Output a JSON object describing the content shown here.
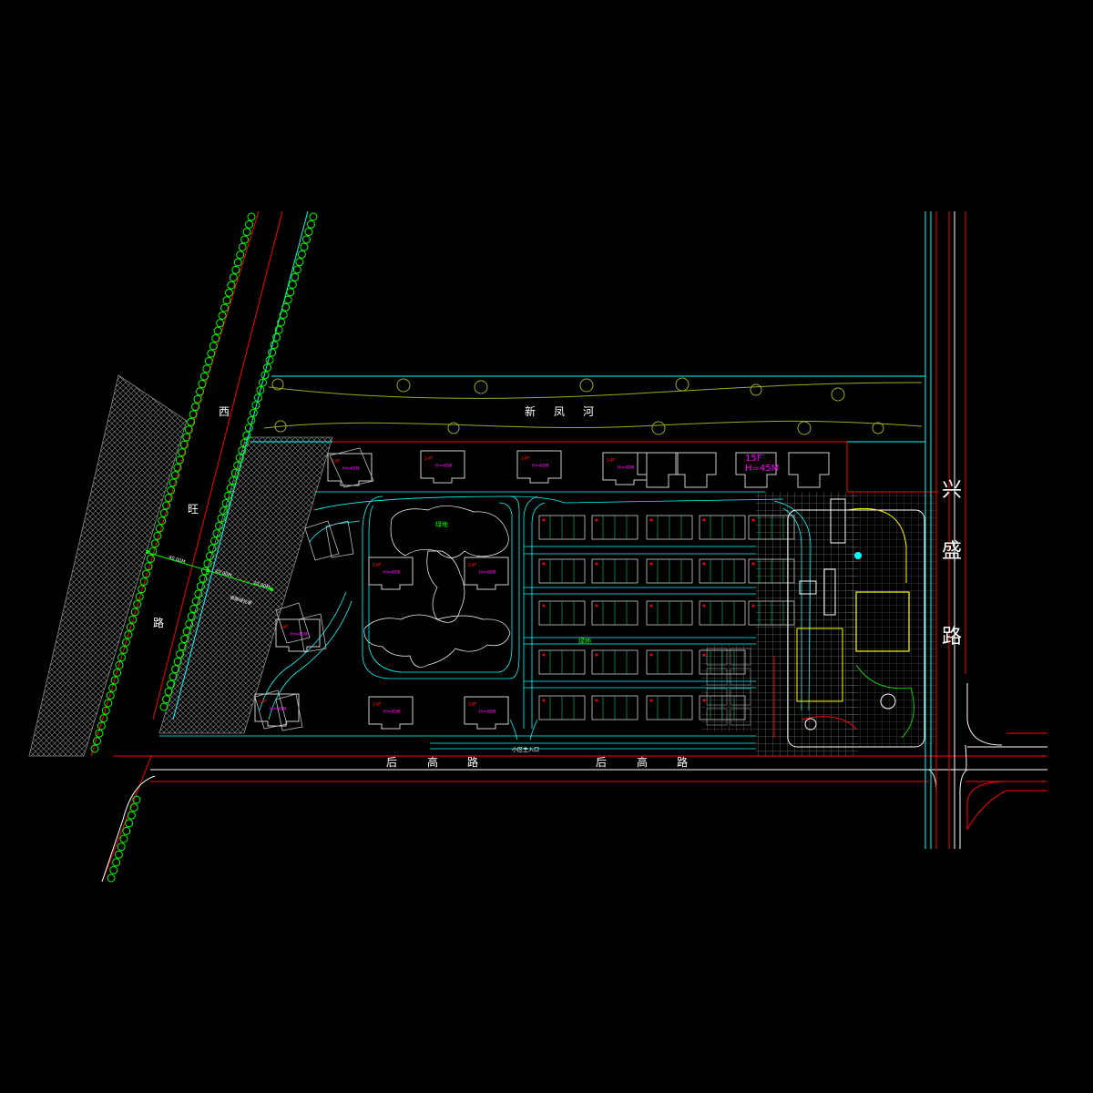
{
  "roads": {
    "west": [
      "西",
      "旺",
      "路"
    ],
    "east": [
      "兴",
      "盛",
      "路"
    ],
    "south_left": [
      "后",
      "高",
      "路"
    ],
    "south_right": [
      "后",
      "高",
      "路"
    ]
  },
  "river": [
    "新",
    "凤",
    "河"
  ],
  "entrance_label": "小区主入口",
  "green_labels": [
    "绿地",
    "绿地"
  ],
  "dimensions": [
    "40.00M",
    "20.00M",
    "20.00M"
  ],
  "buffer_label": "道路绿化带",
  "tower_tags": [
    "14F",
    "14F",
    "14F",
    "14F",
    "14F",
    "14F",
    "14F",
    "14F",
    "14F",
    "14F"
  ],
  "tower_heights": [
    "H=45M",
    "H=45M",
    "H=45M",
    "H=45M",
    "H=45M",
    "H=45M",
    "H=45M",
    "H=45M",
    "H=45M",
    "H=45M"
  ],
  "highlight_tag": "15F",
  "highlight_height": "H=45M",
  "colors": {
    "background": "#000000",
    "red_line": "#ff0000",
    "cyan_line": "#00ffff",
    "green_tree": "#00ff00",
    "white_line": "#ffffff",
    "magenta_text": "#ff00ff",
    "yellow_line": "#ffff00"
  }
}
